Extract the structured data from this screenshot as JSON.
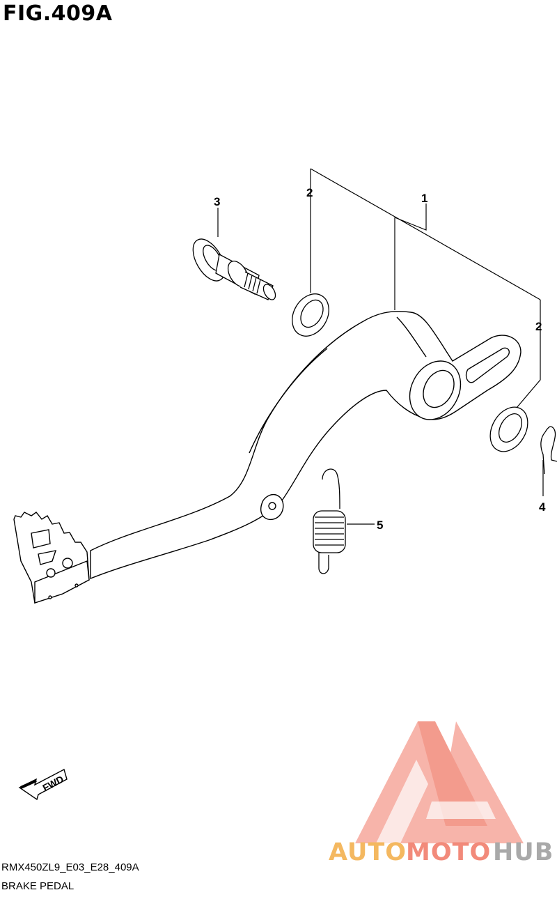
{
  "figure": {
    "title": "FIG.409A",
    "code": "RMX450ZL9_E03_E28_409A",
    "name": "BRAKE PEDAL"
  },
  "callouts": [
    "1",
    "2",
    "2",
    "3",
    "4",
    "5"
  ],
  "direction_arrow": {
    "label": "FWD",
    "icon": "fwd-arrow-icon"
  },
  "watermark": {
    "part_a": "AUTO",
    "part_b": "MOTO",
    "part_c": "HUB",
    "colors": {
      "auto": "#f4b860",
      "moto": "#f28a7a",
      "hub": "#a9a9a9",
      "logo": "#f28a7a"
    }
  }
}
